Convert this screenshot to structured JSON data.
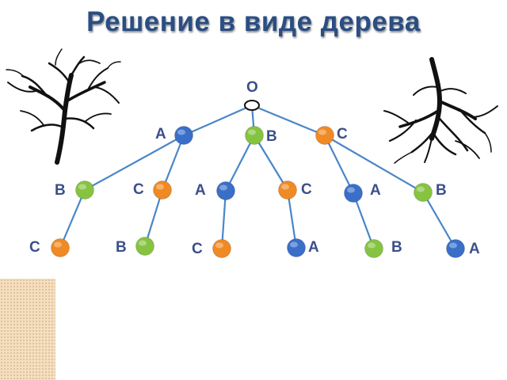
{
  "title": "Решение в виде дерева",
  "colors": {
    "title": "#2a4e84",
    "edge": "#4a86c8",
    "label": "#3b4f8a",
    "A": "#3a6fc9",
    "B": "#86c341",
    "C": "#f08a24"
  },
  "tree": {
    "root": {
      "label": "O"
    },
    "level1": [
      {
        "label": "A",
        "color": "A"
      },
      {
        "label": "B",
        "color": "B"
      },
      {
        "label": "C",
        "color": "C"
      }
    ],
    "level2": [
      {
        "label": "B",
        "color": "B",
        "parent": 0
      },
      {
        "label": "C",
        "color": "C",
        "parent": 0
      },
      {
        "label": "A",
        "color": "A",
        "parent": 1
      },
      {
        "label": "C",
        "color": "C",
        "parent": 1
      },
      {
        "label": "A",
        "color": "A",
        "parent": 2
      },
      {
        "label": "B",
        "color": "B",
        "parent": 2
      }
    ],
    "level3": [
      {
        "label": "C",
        "color": "C",
        "parent": 0
      },
      {
        "label": "B",
        "color": "B",
        "parent": 1
      },
      {
        "label": "C",
        "color": "C",
        "parent": 2
      },
      {
        "label": "A",
        "color": "A",
        "parent": 3
      },
      {
        "label": "B",
        "color": "B",
        "parent": 4
      },
      {
        "label": "A",
        "color": "A",
        "parent": 5
      }
    ]
  },
  "icons": [
    "bare-tree-icon",
    "upside-down-tree-icon"
  ]
}
